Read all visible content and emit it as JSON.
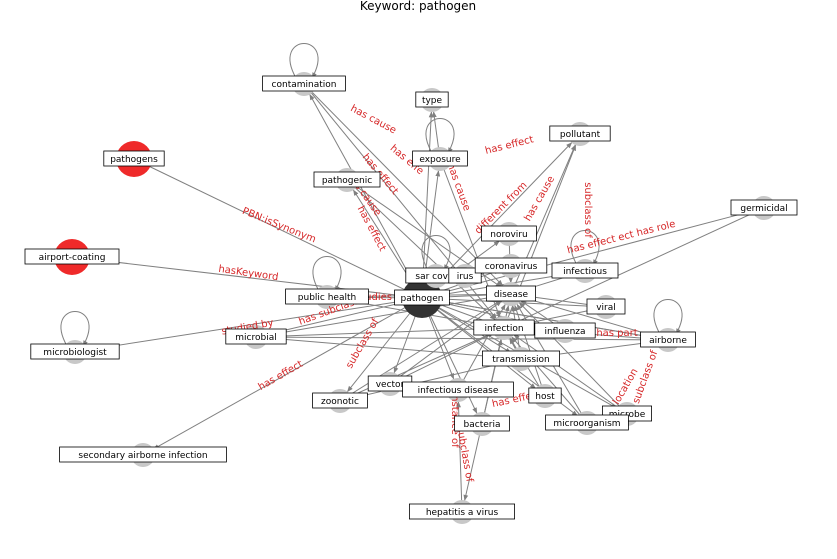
{
  "title": "Keyword: pathogen",
  "colors": {
    "edge": "#808080",
    "node_grey": "#c8c8c8",
    "node_red": "#ef2a2a",
    "node_center": "#333333",
    "edge_label": "#d62728"
  },
  "nodes": [
    {
      "id": "pathogen",
      "label": "pathogen",
      "color": "center"
    },
    {
      "id": "contamination",
      "label": "contamination",
      "color": "grey"
    },
    {
      "id": "type",
      "label": "type",
      "color": "grey"
    },
    {
      "id": "pollutant",
      "label": "pollutant",
      "color": "grey"
    },
    {
      "id": "pathogens",
      "label": "pathogens",
      "color": "red"
    },
    {
      "id": "exposure",
      "label": "exposure",
      "color": "grey"
    },
    {
      "id": "pathogenic",
      "label": "pathogenic",
      "color": "grey"
    },
    {
      "id": "germicidal",
      "label": "germicidal",
      "color": "grey"
    },
    {
      "id": "airport-coating",
      "label": "airport-coating",
      "color": "red"
    },
    {
      "id": "norovirus",
      "label": "noroviru",
      "color": "grey"
    },
    {
      "id": "sarcov2",
      "label": "sar cov 2",
      "color": "grey"
    },
    {
      "id": "virus",
      "label": "irus",
      "color": "grey"
    },
    {
      "id": "coronavirus",
      "label": "coronavirus",
      "color": "grey"
    },
    {
      "id": "infectious",
      "label": "infectious",
      "color": "grey"
    },
    {
      "id": "publichealth",
      "label": "public health",
      "color": "grey"
    },
    {
      "id": "disease",
      "label": "disease",
      "color": "grey"
    },
    {
      "id": "viral",
      "label": "viral",
      "color": "grey"
    },
    {
      "id": "microbiologist",
      "label": "microbiologist",
      "color": "grey"
    },
    {
      "id": "microbial",
      "label": "microbial",
      "color": "grey"
    },
    {
      "id": "infection",
      "label": "infection",
      "color": "grey"
    },
    {
      "id": "influenza",
      "label": "influenza",
      "color": "grey"
    },
    {
      "id": "airborne",
      "label": "airborne",
      "color": "grey"
    },
    {
      "id": "transmission",
      "label": "transmission",
      "color": "grey"
    },
    {
      "id": "vector",
      "label": "vector",
      "color": "grey"
    },
    {
      "id": "infectiousdisease",
      "label": "infectious disease",
      "color": "grey"
    },
    {
      "id": "zoonotic",
      "label": "zoonotic",
      "color": "grey"
    },
    {
      "id": "host",
      "label": "host",
      "color": "grey"
    },
    {
      "id": "microbe",
      "label": "microbe",
      "color": "grey"
    },
    {
      "id": "bacteria",
      "label": "bacteria",
      "color": "grey"
    },
    {
      "id": "microorganism",
      "label": "microorganism",
      "color": "grey"
    },
    {
      "id": "secondary",
      "label": "secondary airborne infection",
      "color": "grey"
    },
    {
      "id": "hepatitis",
      "label": "hepatitis a virus",
      "color": "grey"
    }
  ],
  "edge_labels": [
    "has cause",
    "has effect",
    "has effect",
    "PBN:isSynonym",
    "hasKeyword",
    "studied by",
    "has effect",
    "subclass of",
    "has effect ect has role",
    "has part",
    "location",
    "subclass of",
    "instance of",
    "subclass of",
    "has effe",
    "has cause",
    "studies",
    "different from",
    "has cause",
    "subclass of",
    "has effect",
    "has subclass",
    "has cause",
    "has effect"
  ]
}
